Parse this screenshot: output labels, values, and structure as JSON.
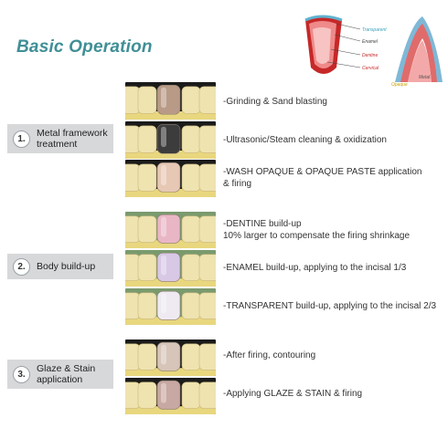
{
  "page": {
    "title": "Basic Operation"
  },
  "diagram": {
    "labels": {
      "transparent": "Transparent",
      "enamel": "Enamel",
      "dentine": "Dentine",
      "cervical": "Cervical",
      "opaque": "Opaque",
      "metal": "Metal"
    }
  },
  "sections": [
    {
      "number": "1.",
      "label": "Metal framework\ntreatment"
    },
    {
      "number": "2.",
      "label": "Body build-up"
    },
    {
      "number": "3.",
      "label": "Glaze & Stain\napplication"
    }
  ],
  "steps": [
    "-Grinding & Sand blasting",
    "-Ultrasonic/Steam cleaning & oxidization",
    "-WASH OPAQUE & OPAQUE PASTE application\n & firing",
    "-DENTINE build-up\n 10% larger to compensate the firing shrinkage",
    "-ENAMEL build-up, applying to the incisal 1/3",
    "-TRANSPARENT build-up, applying to the incisal 2/3",
    "-After firing, contouring",
    "-Applying GLAZE & STAIN & firing"
  ],
  "colors": {
    "title": "#3f8f96",
    "section_bg": "#d7d8da",
    "metal_crown": "#b89a86",
    "oxidized_crown": "#3c3c3c",
    "opaque_crown": "#e7c8b4",
    "dentine_crown": "#e9b6c6",
    "enamel_crown": "#d8c8e6",
    "transparent_crown": "#efeaf2",
    "contoured_crown": "#d6c5b8",
    "glazed_crown": "#c8a8a2"
  }
}
